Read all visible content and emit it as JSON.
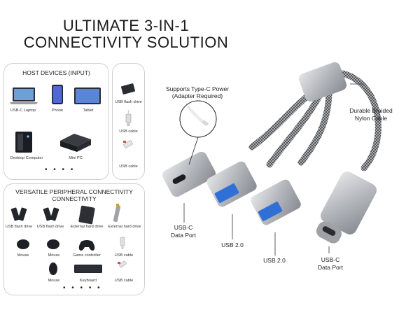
{
  "header": {
    "line1": "ULTIMATE 3-IN-1",
    "line2": "CONNECTIVITY SOLUTION"
  },
  "host_panel": {
    "title": "HOST DEVICES (INPUT)",
    "items": [
      "USB-C Laptop",
      "Phone",
      "Tablet",
      "Desktop Computer",
      "Mini PC"
    ],
    "more": "• • • •"
  },
  "usb_panel": {
    "items": [
      "USB flash drive",
      "USB cable",
      "USB cable"
    ]
  },
  "peripheral_panel": {
    "title_line1": "VERSATILE PERIPHERAL CONNECTIVITY",
    "title_line2": "CONNECTIVITY",
    "row1": [
      "USB flash drive",
      "USB flash drive",
      "External hard drive",
      "External hard drive"
    ],
    "row2": [
      "Mouse",
      "Mouse",
      "Game controller",
      "USB cable"
    ],
    "row3": [
      "Mouse",
      "Keyboard",
      "USB cable"
    ],
    "more": "• • • • •"
  },
  "annotations": {
    "power_line1": "Supports Type-C Power",
    "power_line2": "(Adapter Required)",
    "nylon_line1": "Durable Braided",
    "nylon_line2": "Nylon Cable",
    "usbc_data_line1": "USB-C",
    "usbc_data_line2": "Data Port",
    "usb20_a": "USB 2.0",
    "usb20_b": "USB 2.0",
    "usbc_male_line1": "USB-C",
    "usbc_male_line2": "Data Port"
  },
  "colors": {
    "connector": "#b9bcc0",
    "braid": "#4a4a4a",
    "usb_blue": "#2f6fd6"
  }
}
